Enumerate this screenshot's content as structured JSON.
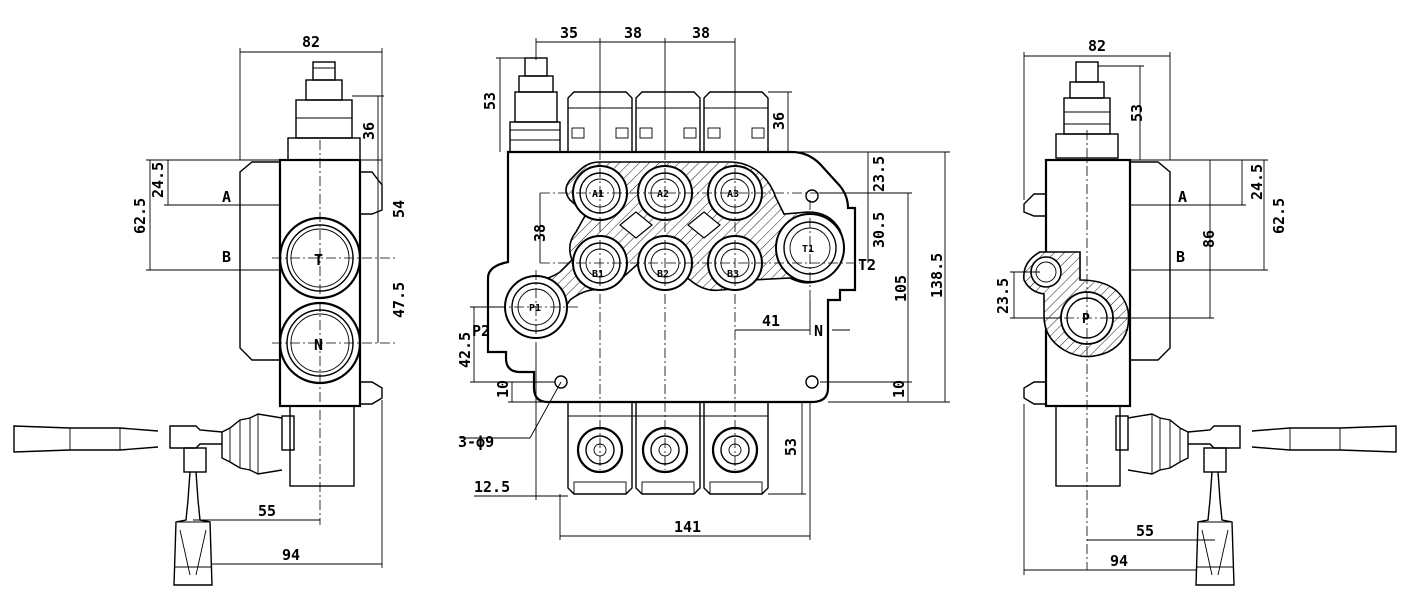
{
  "left_view": {
    "dims": {
      "width_top": "82",
      "h36": "36",
      "h24_5": "24.5",
      "h62_5": "62.5",
      "h54": "54",
      "h47_5": "47.5",
      "h55": "55",
      "h94": "94"
    },
    "labels": {
      "a": "A",
      "b": "B",
      "t": "T",
      "n": "N"
    }
  },
  "front_view": {
    "dims": {
      "d35": "35",
      "d38a": "38",
      "d38b": "38",
      "d53top": "53",
      "d36": "36",
      "d38v": "38",
      "d23_5": "23.5",
      "d30_5": "30.5",
      "d105": "105",
      "d138_5": "138.5",
      "d41": "41",
      "d10r": "10",
      "d42_5": "42.5",
      "d10l": "10",
      "holes": "3-ϕ9",
      "d12_5": "12.5",
      "d53bot": "53",
      "d141": "141"
    },
    "labels": {
      "p2": "P2",
      "t2": "T2",
      "n": "N",
      "a1": "A1",
      "a2": "A2",
      "a3": "A3",
      "b1": "B1",
      "b2": "B2",
      "b3": "B3",
      "t1": "T1",
      "p1": "P1"
    }
  },
  "right_view": {
    "dims": {
      "width_top": "82",
      "h53": "53",
      "h24_5": "24.5",
      "h62_5": "62.5",
      "h86": "86",
      "h23_5": "23.5",
      "h55": "55",
      "h94": "94"
    },
    "labels": {
      "a": "A",
      "b": "B",
      "p": "P"
    }
  }
}
